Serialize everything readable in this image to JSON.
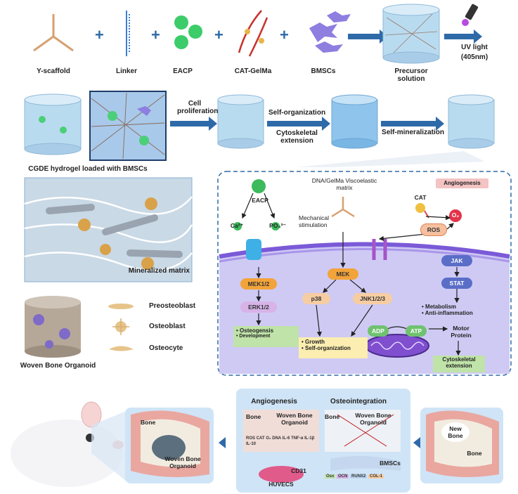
{
  "top_row": {
    "y_scaffold": "Y-scaffold",
    "linker": "Linker",
    "eacp": "EACP",
    "cat_gelma": "CAT-GelMa",
    "bmscs": "BMSCs",
    "precursor": "Precursor solution",
    "uv_light": "UV light",
    "uv_wavelength": "(405nm)",
    "plus": "+"
  },
  "second_row": {
    "hydrogel_caption": "CGDE hydrogel loaded with BMSCs",
    "cell_proliferation": "Cell proliferation",
    "self_organization": "Self-organization",
    "cytoskeletal_extension": "Cytoskeletal extension",
    "self_mineralization": "Self-mineralization"
  },
  "left_panel": {
    "mineralized_matrix": "Mineralized matrix",
    "organoid_caption": "Woven Bone Organoid",
    "legend": [
      "Preosteoblast",
      "Osteoblast",
      "Osteocyte"
    ]
  },
  "pathway": {
    "eacp": "EACP",
    "ca": "Ca²⁺",
    "po4": "PO₄³⁻",
    "matrix_title": "DNA/GelMa Viscoelastic matrix",
    "mechanical": "Mechanical stimulation",
    "cat": "CAT",
    "angiogenesis": "Angiogenesis",
    "o2": "O₂",
    "ros": "ROS",
    "mek12": "MEK1/2",
    "erk12": "ERK1/2",
    "mek": "MEK",
    "p38": "p38",
    "jnk": "JNK1/2/3",
    "jak": "JAK",
    "stat": "STAT",
    "osteo_box": [
      "Osteogensis",
      "Development"
    ],
    "growth_box": [
      "Growth",
      "Self-organization"
    ],
    "metab": [
      "Metabolism",
      "Anti-inflammation"
    ],
    "adp": "ADP",
    "atp": "ATP",
    "motor": "Motor Protein",
    "cyto_box": "Cytoskeletal extension"
  },
  "bottom": {
    "bone": "Bone",
    "organoid": "Woven Bone Organoid",
    "angiogenesis": "Angiogenesis",
    "osteointegration": "Osteointegration",
    "bone2": "Bone",
    "organoid2": "Woven Bone Organoid",
    "bone3": "Bone",
    "organoid3": "Woven Bone Organoid",
    "cd31": "CD31",
    "huvecs": "HUVECS",
    "bmscs": "BMSCs",
    "new_bone": "New Bone",
    "bone4": "Bone",
    "mini_labels": [
      "ROS",
      "CAT",
      "O₂",
      "DNA",
      "IL-6",
      "TNF-α",
      "IL-1β",
      "IL-10"
    ],
    "markers": [
      "Osx",
      "OCN",
      "RUNX2",
      "COL-1"
    ]
  },
  "colors": {
    "arrow": "#2e6aa8",
    "membrane": "#7b5ad8",
    "orange": "#f2a33a",
    "green_box": "#bfe3a8",
    "yellow_box": "#fbeeb0",
    "panel_blue": "#cfe4f6"
  }
}
